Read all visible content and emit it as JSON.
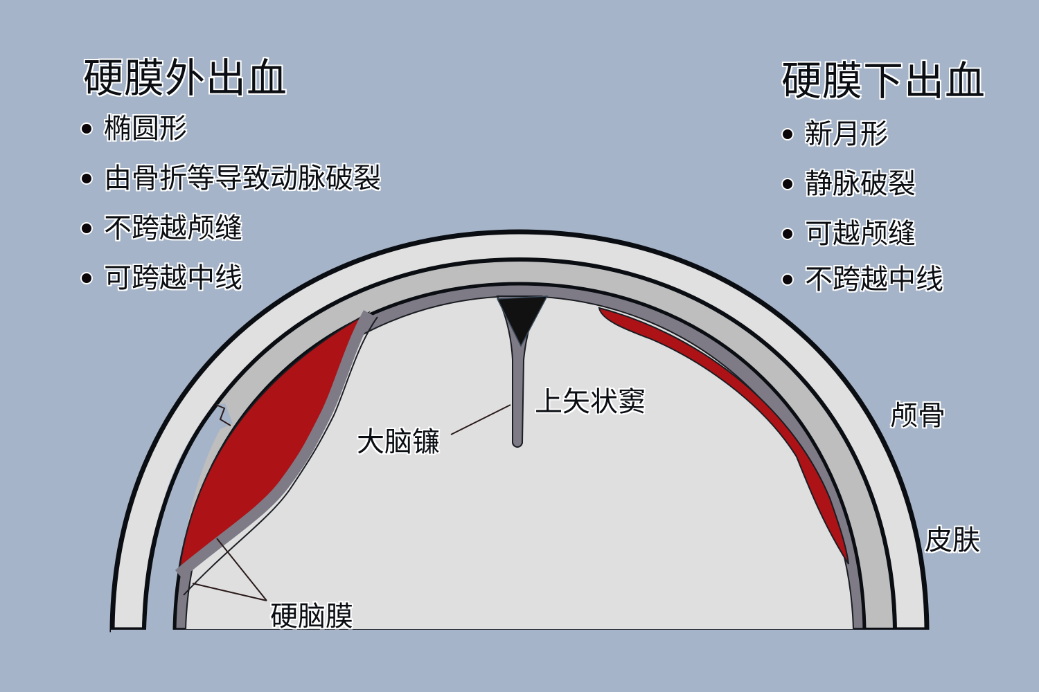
{
  "epidural": {
    "title": "硬膜外出血",
    "points": [
      "椭圆形",
      "由骨折等导致动脉破裂",
      "不跨越颅缝",
      "可跨越中线"
    ]
  },
  "subdural": {
    "title": "硬膜下出血",
    "points": [
      "新月形",
      "静脉破裂",
      "可越颅缝",
      "不跨越中线"
    ]
  },
  "labels": {
    "falx": "大脑镰",
    "sinus": "上矢状窦",
    "dura": "硬脑膜",
    "skull": "颅骨",
    "skin": "皮肤"
  },
  "colors": {
    "background": "#a5b4c8",
    "skin": "#e0e0e0",
    "skull": "#bebebe",
    "dura": "#7e7b86",
    "brain": "#dfdfdf",
    "hemorrhage": "#ad1217",
    "sinus": "#111111",
    "outline": "#0a0d12"
  }
}
